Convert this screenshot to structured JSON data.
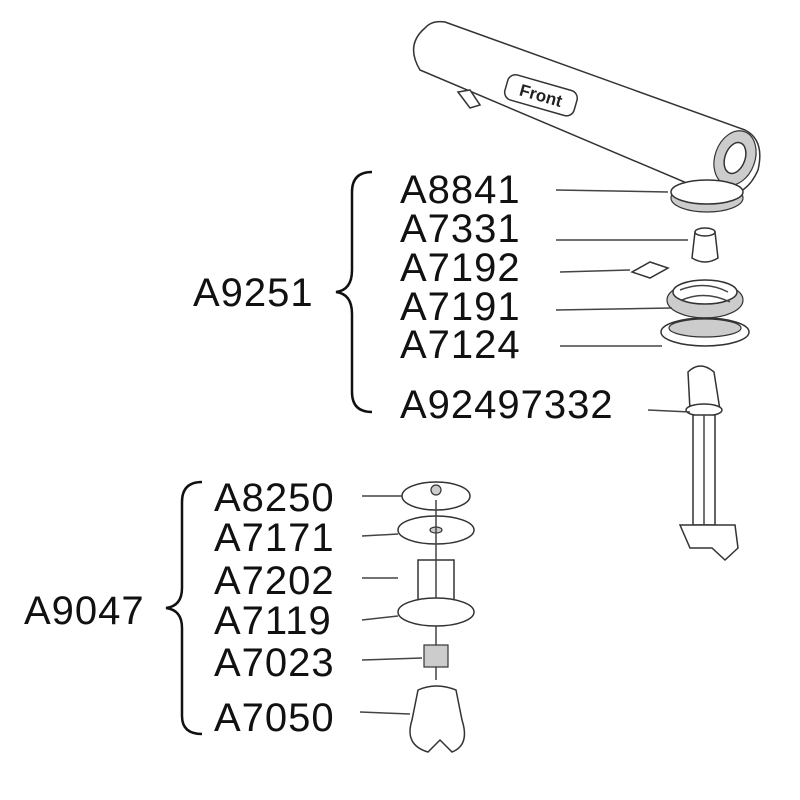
{
  "faucet_label": "Front",
  "assembly_upper": {
    "id": "A9251",
    "parts": [
      "A8841",
      "A7331",
      "A7192",
      "A7191",
      "A7124",
      "A92497332"
    ]
  },
  "assembly_lower": {
    "id": "A9047",
    "parts": [
      "A8250",
      "A7171",
      "A7202",
      "A7119",
      "A7023",
      "A7050"
    ]
  }
}
